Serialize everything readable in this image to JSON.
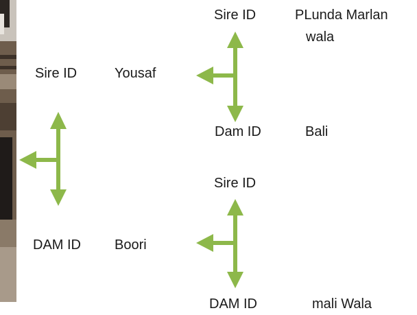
{
  "pedigree": {
    "parents": {
      "sire": {
        "label": "Sire ID",
        "name": "Yousaf"
      },
      "dam": {
        "label": "DAM ID",
        "name": "Boori"
      }
    },
    "paternal_grandparents": {
      "sire": {
        "label": "Sire ID",
        "name_line1": "PLunda Marlan",
        "name_line2": "wala"
      },
      "dam": {
        "label": "Dam ID",
        "name": "Bali"
      }
    },
    "maternal_grandparents": {
      "sire": {
        "label": "Sire ID",
        "name": ""
      },
      "dam": {
        "label": "DAM ID",
        "name": "mali Wala"
      }
    }
  },
  "colors": {
    "arrow": "#8DB84A",
    "text": "#1A1A1A"
  }
}
